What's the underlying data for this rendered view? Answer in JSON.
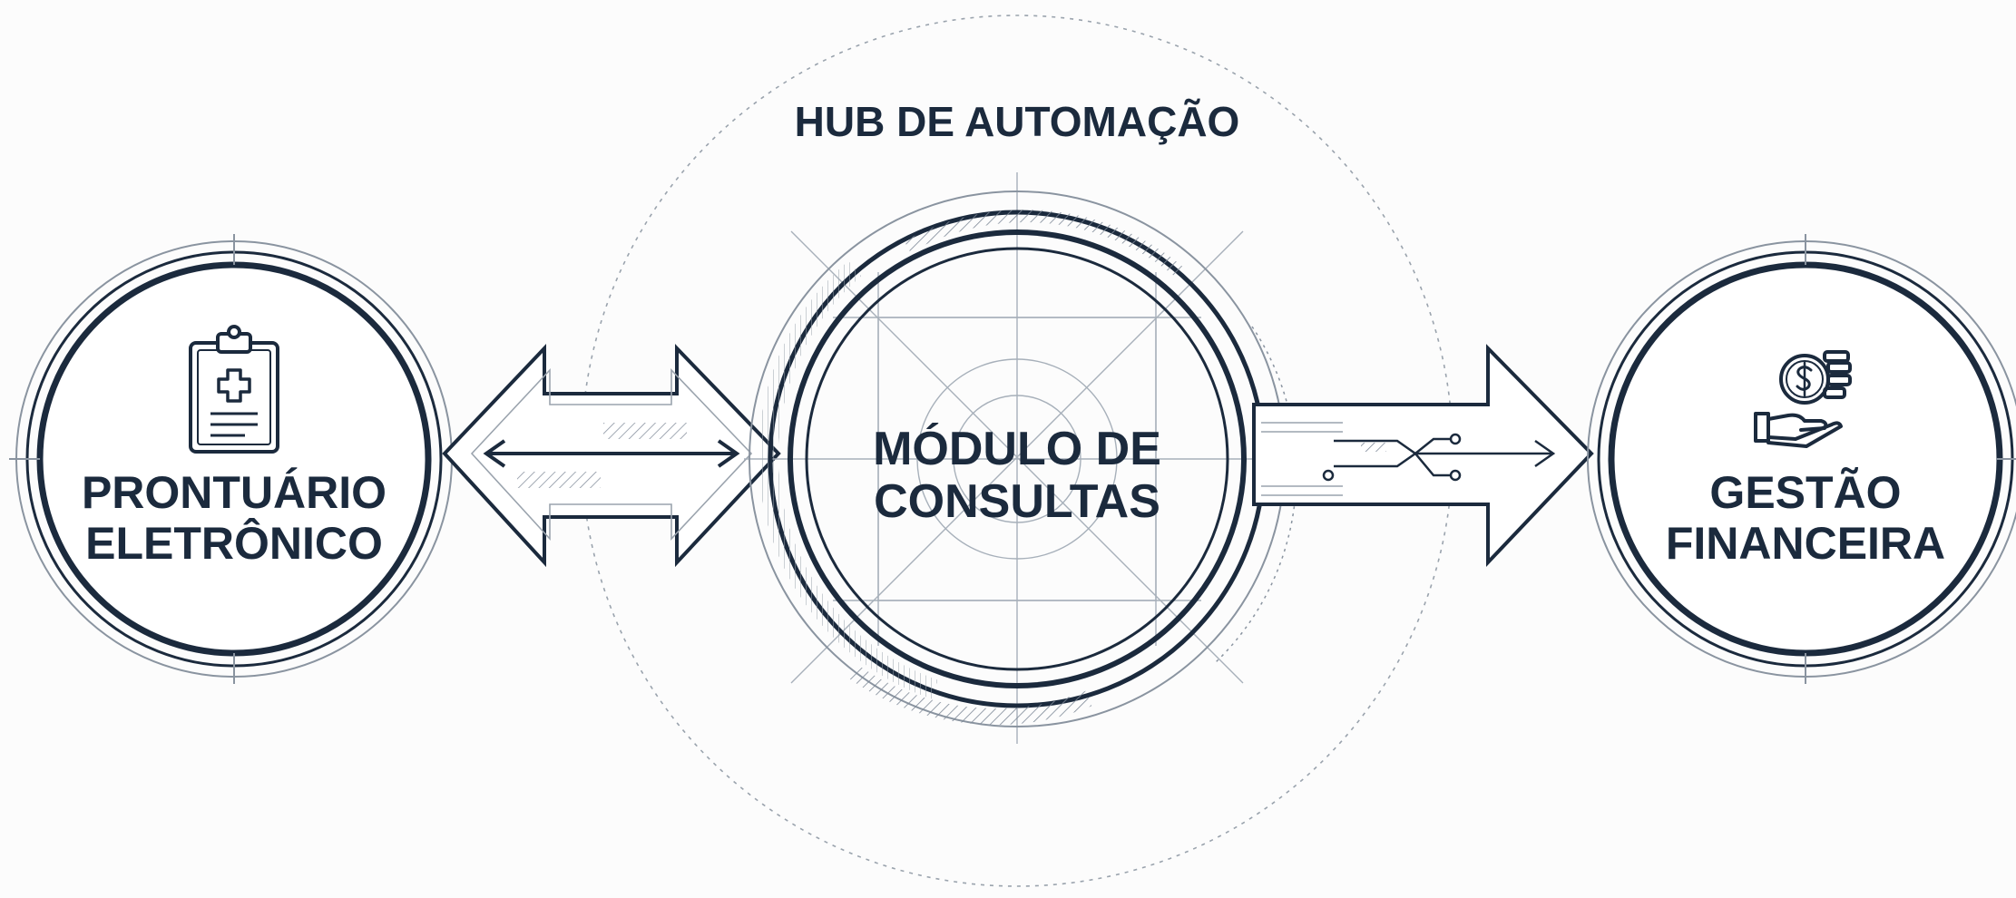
{
  "hub": {
    "title": "HUB DE AUTOMAÇÃO"
  },
  "nodes": {
    "left": {
      "line1": "PRONTUÁRIO",
      "line2": "ELETRÔNICO",
      "icon": "clipboard-medical-icon"
    },
    "center": {
      "line1": "MÓDULO DE",
      "line2": "CONSULTAS",
      "icon": "blueprint-grid-icon"
    },
    "right": {
      "line1": "GESTÃO",
      "line2": "FINANCEIRA",
      "icon": "hand-coins-icon"
    }
  },
  "connectors": {
    "left_to_center": "bidirectional",
    "center_to_right": "one-way"
  },
  "colors": {
    "ink": "#1b2a3d",
    "guide": "#9aa3ad",
    "background": "#fcfcfc"
  }
}
